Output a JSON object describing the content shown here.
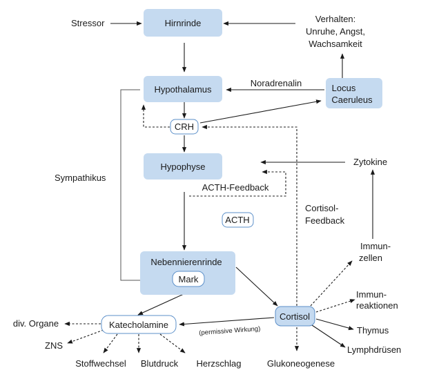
{
  "nodes": {
    "hirnrinde": "Hirnrinde",
    "hypothalamus": "Hypothalamus",
    "crh": "CRH",
    "hypophyse": "Hypophyse",
    "acth": "ACTH",
    "nebennierenrinde": "Nebennierenrinde",
    "mark": "Mark",
    "locus_line1": "Locus",
    "locus_line2": "Caeruleus",
    "cortisol": "Cortisol",
    "katecholamine": "Katecholamine"
  },
  "labels": {
    "stressor": "Stressor",
    "verhalten_line1": "Verhalten:",
    "verhalten_line2": "Unruhe, Angst,",
    "verhalten_line3": "Wachsamkeit",
    "noradrenalin": "Noradrenalin",
    "sympathikus": "Sympathikus",
    "acth_feedback": "ACTH-Feedback",
    "cortisol_feedback_line1": "Cortisol-",
    "cortisol_feedback_line2": "Feedback",
    "zytokine": "Zytokine",
    "immunzellen_line1": "Immun-",
    "immunzellen_line2": "zellen",
    "immunreaktionen_line1": "Immun-",
    "immunreaktionen_line2": "reaktionen",
    "thymus": "Thymus",
    "lymphdruesen": "Lymphdrüsen",
    "glukoneogenese": "Glukoneogenese",
    "div_organe": "div. Organe",
    "zns": "ZNS",
    "stoffwechsel": "Stoffwechsel",
    "blutdruck": "Blutdruck",
    "herzschlag": "Herzschlag",
    "permissive": "(permissive Wirkung)"
  },
  "colors": {
    "box_fill": "#c5daf0",
    "box_stroke": "#5b8fc9",
    "line": "#1a1a1a"
  }
}
